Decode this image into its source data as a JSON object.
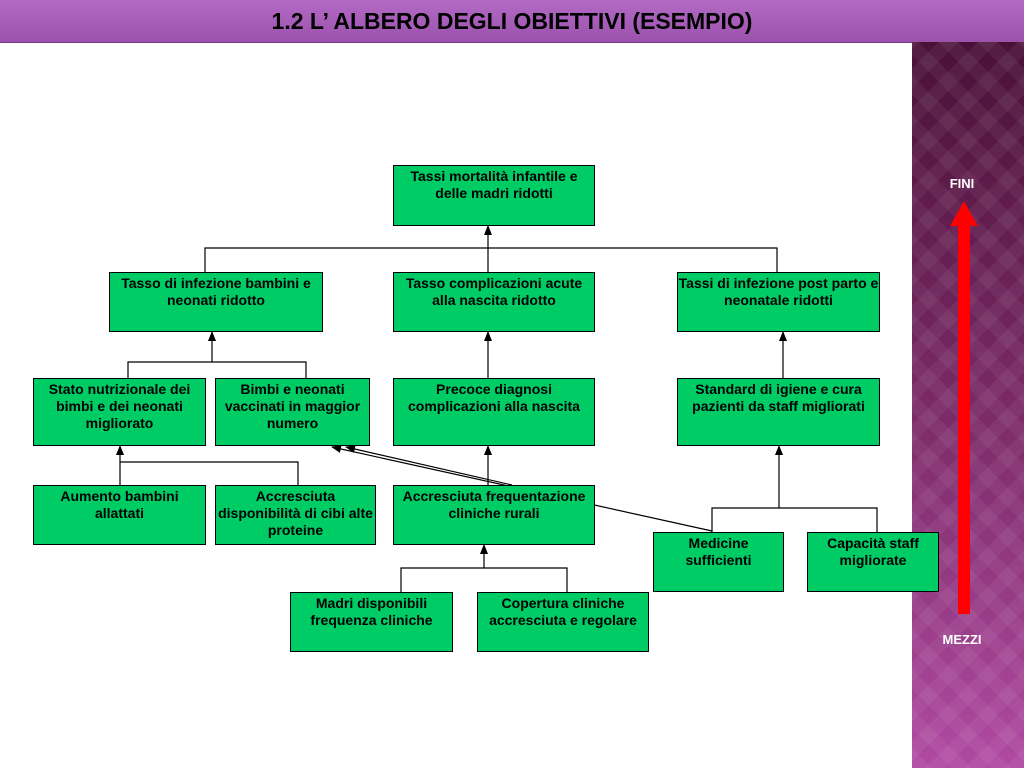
{
  "title": "1.2 L’ ALBERO DEGLI  OBIETTIVI (ESEMPIO)",
  "scale": {
    "top_label": "FINI",
    "bottom_label": "MEZZI",
    "arrow_color": "#ff0000"
  },
  "node_color": "#00cc66",
  "nodes": {
    "n1": "Tassi mortalità infantile e delle madri ridotti",
    "n2": "Tasso di infezione bambini e neonati ridotto",
    "n3": "Tasso complicazioni acute alla nascita ridotto",
    "n4": "Tassi di infezione post parto e neonatale ridotti",
    "n5": "Stato nutrizionale dei bimbi e dei neonati migliorato",
    "n6": "Bimbi e neonati vaccinati in maggior numero",
    "n7": "Precoce diagnosi complicazioni alla nascita",
    "n8": "Standard di igiene e cura pazienti da staff migliorati",
    "n9": "Aumento bambini allattati",
    "n10": "Accresciuta disponibilità di cibi alte proteine",
    "n11": "Accresciuta frequentazione cliniche rurali",
    "n12": "Medicine sufficienti",
    "n13": "Capacità staff migliorate",
    "n14": "Madri disponibili frequenza cliniche",
    "n15": "Copertura cliniche accresciuta e regolare"
  }
}
